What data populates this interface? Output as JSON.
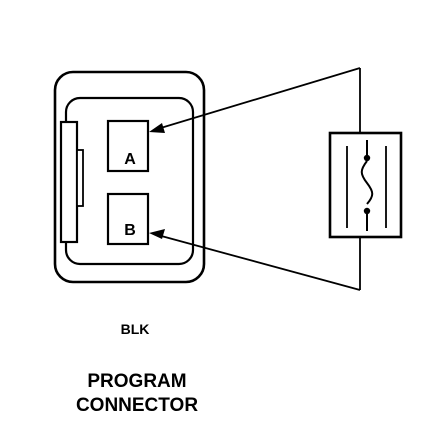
{
  "diagram": {
    "terminals": {
      "a": "A",
      "b": "B"
    },
    "wire_color_label": "BLK",
    "title_line_1": "PROGRAM",
    "title_line_2": "CONNECTOR",
    "line_color": "#000000",
    "background_color": "#ffffff"
  }
}
